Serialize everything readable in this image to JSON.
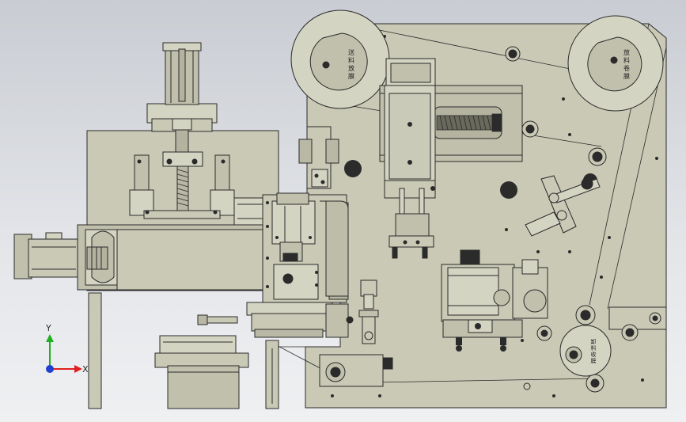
{
  "colors": {
    "metal": "#c9c9b6",
    "metal_dark": "#a9a996",
    "metal_light": "#dedecd",
    "line": "#2a2a2a",
    "hole": "#2b2b2b",
    "axis_x": "#e02020",
    "axis_y": "#20b020",
    "axis_z": "#2040d0"
  },
  "reels": {
    "top_left_label": "送料放膜",
    "top_right_label": "放料卷膜",
    "bottom_right_label": "卸料收膜"
  },
  "triad": {
    "x_label": "X",
    "y_label": "Y"
  }
}
